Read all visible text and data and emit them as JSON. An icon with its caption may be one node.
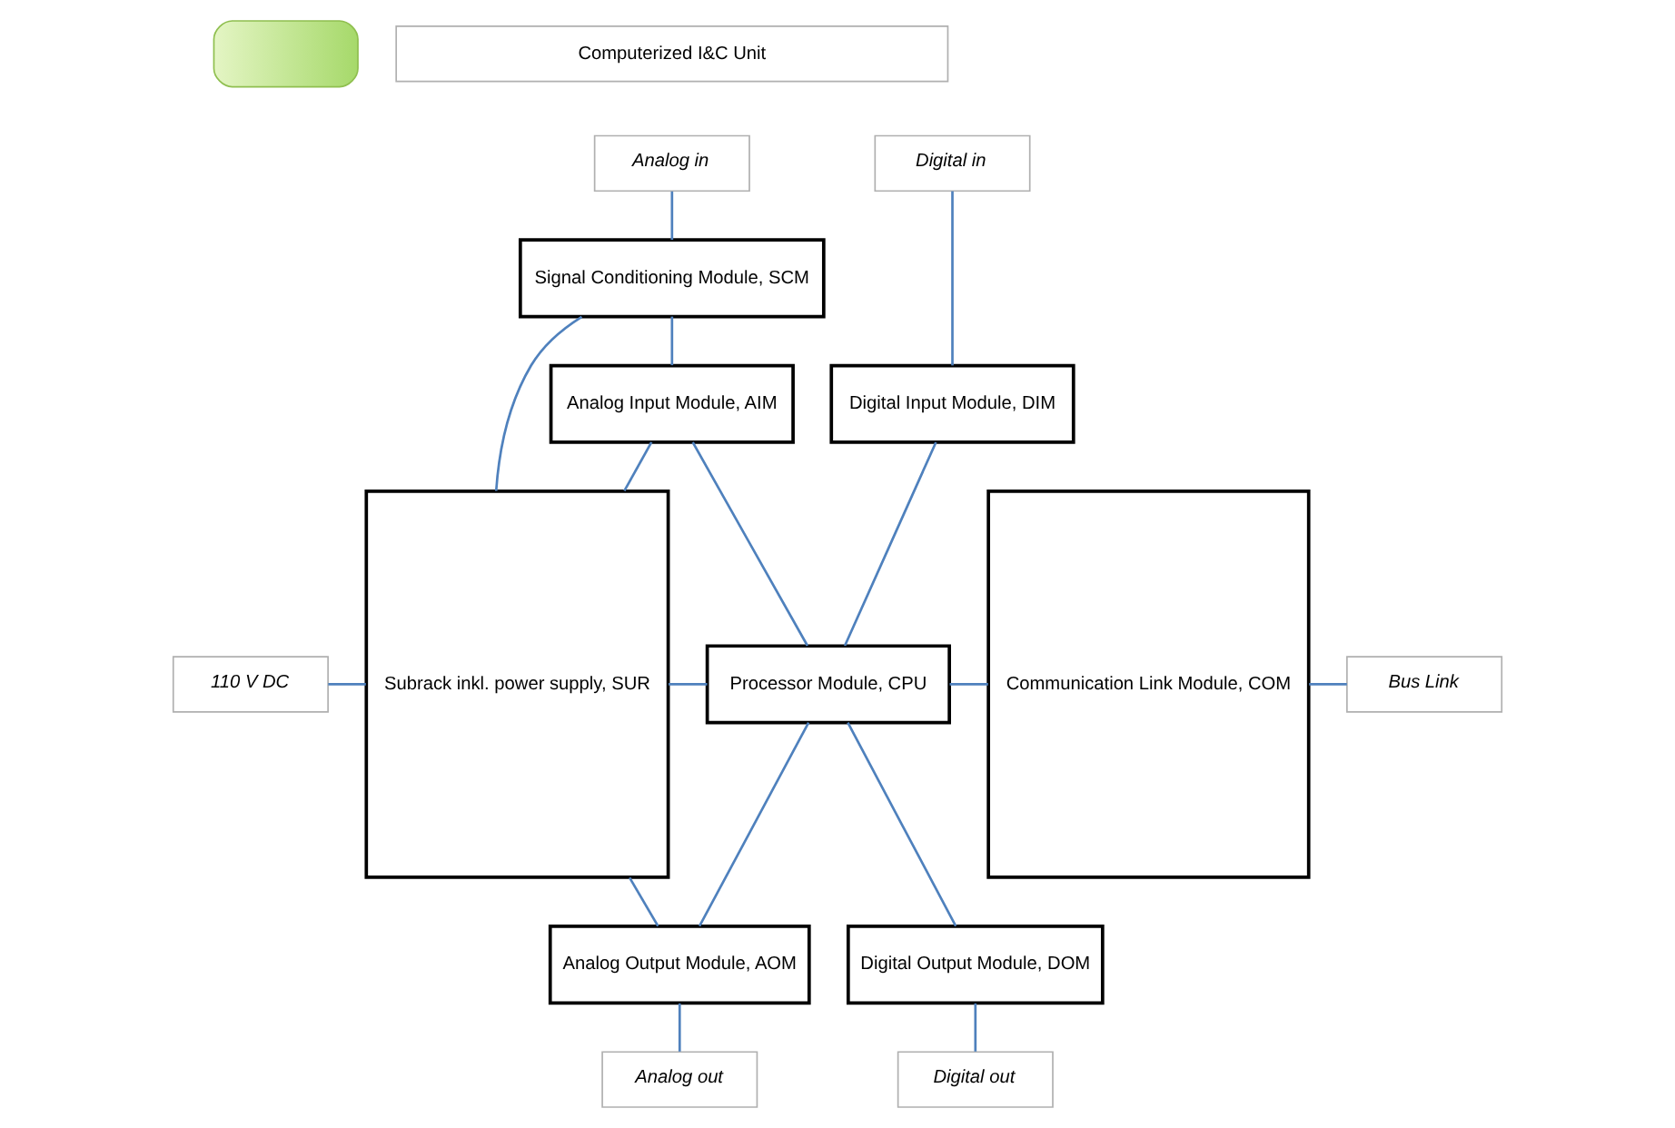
{
  "diagram": {
    "nodes": [
      {
        "text": [],
        "shape": "box"
      },
      {
        "text": [
          "Computerized I&C Unit"
        ]
      },
      {
        "text": [
          "Analog in"
        ]
      },
      {
        "text": [
          "Digital in"
        ]
      },
      {
        "text": [
          "110 V DC"
        ]
      },
      {
        "text": [
          "Subrack inkl. power supply, SUR"
        ]
      },
      {
        "text": [
          "Signal Conditioning Module, SCM"
        ]
      },
      {
        "text": [
          "Communication Link Module, COM"
        ]
      },
      {
        "text": [
          "Analog Input Module, AIM"
        ]
      },
      {
        "text": [
          "Digital Input Module, DIM"
        ]
      },
      {
        "text": [
          "Bus Link"
        ]
      },
      {
        "text": [
          "Processor Module, CPU"
        ]
      },
      {
        "text": [
          "Analog Output Module, AOM"
        ]
      },
      {
        "text": [
          "Digital Output Module, DOM"
        ]
      },
      {
        "text": [
          "Analog out"
        ]
      },
      {
        "text": [
          "Digital out"
        ]
      }
    ],
    "edges": [
      {
        "from": 2,
        "to": 6,
        "arrow": "none"
      },
      {
        "from": 6,
        "to": 8,
        "arrow": "none"
      },
      {
        "from": 8,
        "to": 11,
        "arrow": "none"
      },
      {
        "from": 11,
        "to": 12,
        "arrow": "none"
      },
      {
        "from": 12,
        "to": 14,
        "arrow": "none"
      },
      {
        "from": 3,
        "to": 9,
        "arrow": "none"
      },
      {
        "from": 9,
        "to": 11,
        "arrow": "none"
      },
      {
        "from": 11,
        "to": 13,
        "arrow": "none"
      },
      {
        "from": 13,
        "to": 15,
        "arrow": "none"
      },
      {
        "from": 4,
        "to": 5,
        "arrow": "none"
      },
      {
        "from": 5,
        "to": 6,
        "arrow": "none"
      },
      {
        "from": 5,
        "to": 8,
        "arrow": "none"
      },
      {
        "from": 5,
        "to": 11,
        "arrow": "none"
      },
      {
        "from": 5,
        "to": 12,
        "arrow": "none"
      },
      {
        "from": 11,
        "to": 7,
        "arrow": "none"
      },
      {
        "from": 7,
        "to": 10,
        "arrow": "none"
      }
    ]
  }
}
